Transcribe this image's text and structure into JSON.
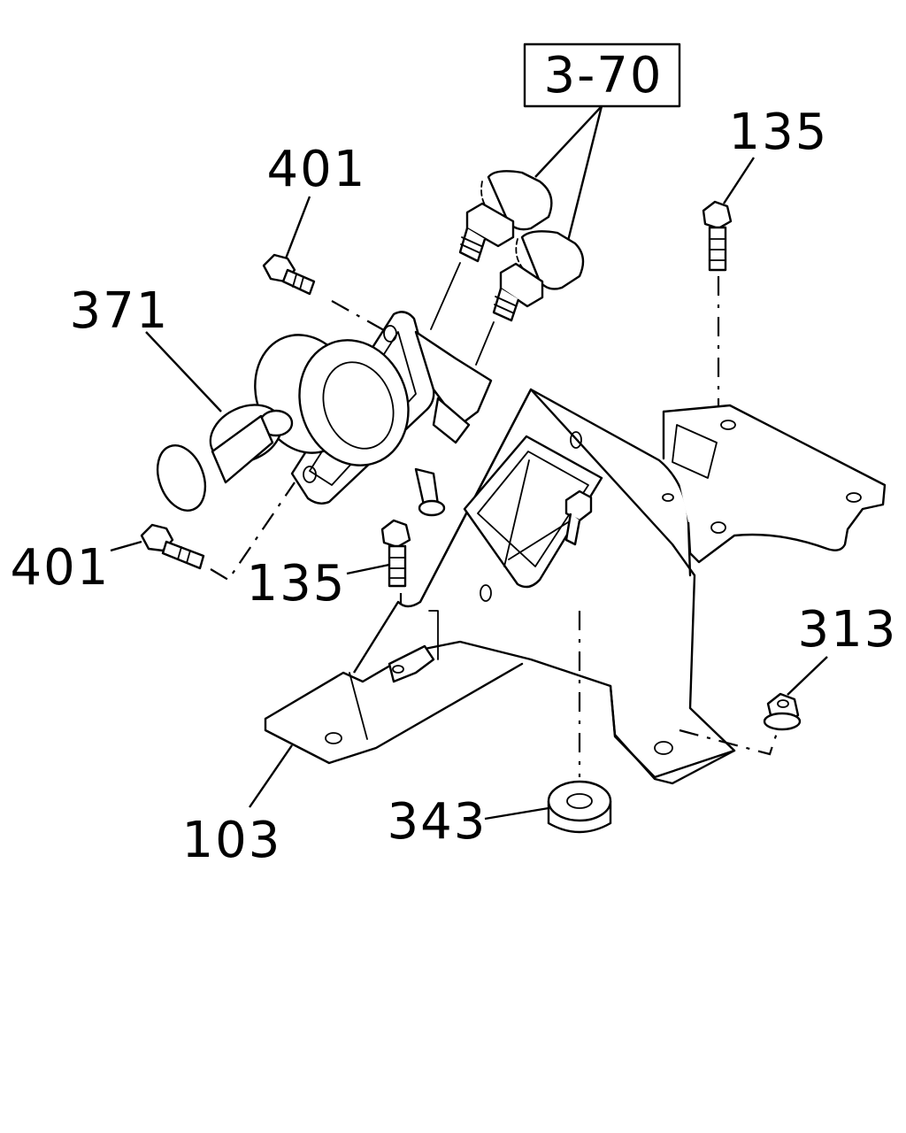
{
  "diagram": {
    "ref_box": "3-70",
    "callouts": {
      "bolt_top_right": "135",
      "bolt_top_left": "401",
      "valve": "371",
      "bolt_bottom_left": "401",
      "bolt_middle": "135",
      "nut": "313",
      "bracket": "103",
      "washer": "343"
    }
  }
}
